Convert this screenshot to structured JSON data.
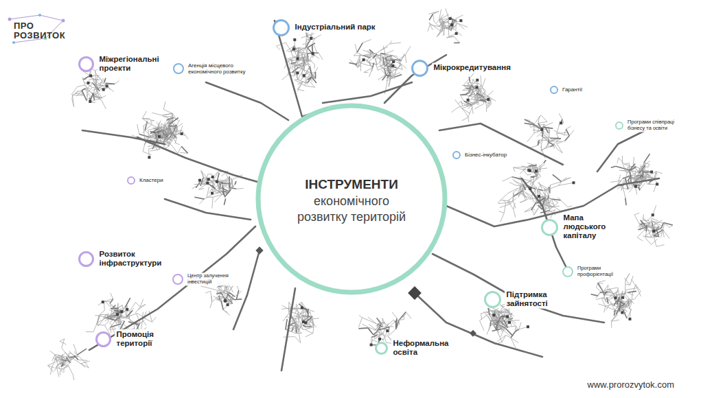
{
  "diagram": {
    "nodes": [
      {
        "text": [
          "ІНСТРУМЕНТИ",
          "економічного розвитку територій"
        ]
      },
      {
        "text": [
          "Індустріальний парк"
        ]
      },
      {
        "text": [
          "Міжрегіональні проекти"
        ]
      },
      {
        "text": [
          "Мікрокредитування"
        ]
      },
      {
        "text": [
          "Агенція місцевого економічного розвитку"
        ]
      },
      {
        "text": [
          "Гарантії"
        ]
      },
      {
        "text": [
          "Програми співпраці бізнесу та освіти"
        ]
      },
      {
        "text": [
          "Бізнес-інкубатор"
        ]
      },
      {
        "text": [
          "Кластери"
        ]
      },
      {
        "text": [
          "Мапа людського капіталу"
        ]
      },
      {
        "text": [
          "Розвиток інфраструктури"
        ]
      },
      {
        "text": [
          "Програми профорієнтації"
        ]
      },
      {
        "text": [
          "Центр залучення інвестицій"
        ]
      },
      {
        "text": [
          "Підтримка зайнятості"
        ]
      },
      {
        "text": [
          "Промоція території"
        ]
      },
      {
        "text": [
          "Неформальна освіта"
        ]
      }
    ],
    "labels": [
      "ПРО",
      "РОЗВИТОК",
      "www.prorozvytok.com"
    ]
  }
}
